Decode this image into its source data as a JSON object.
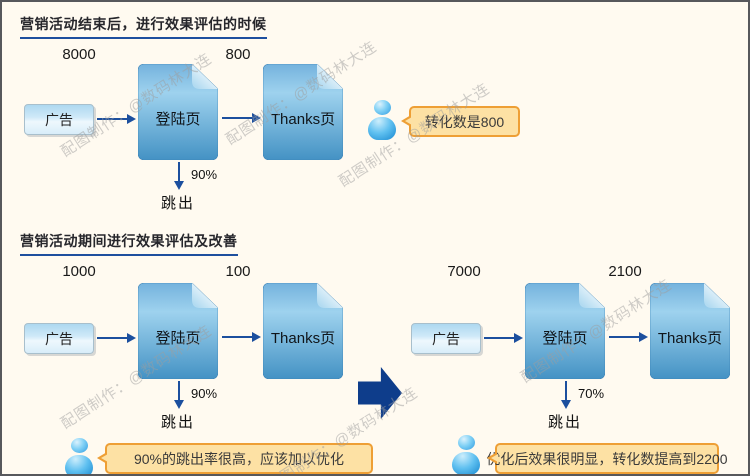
{
  "watermark": {
    "text": "配图制作：@数码林大连"
  },
  "colors": {
    "background": "#fffaf0",
    "accent_blue": "#1c4f9e",
    "page_blue_top": "#74b2dd",
    "page_blue_bottom": "#4492c4",
    "bubble_bg": "#fde1a4",
    "bubble_border": "#ee9f35",
    "big_arrow": "#0e3d8b",
    "title_underline": "#1e4f9e"
  },
  "section1": {
    "title": "营销活动结束后，进行效果评估的时候",
    "flow": {
      "visits": "8000",
      "conversions": "800",
      "ad": "广告",
      "landing": "登陆页",
      "thanks": "Thanks页",
      "bounce_rate": "90%",
      "bounce": "跳出",
      "comment": "转化数是800"
    }
  },
  "section2": {
    "title": "营销活动期间进行效果评估及改善",
    "before": {
      "visits": "1000",
      "conversions": "100",
      "ad": "广告",
      "landing": "登陆页",
      "thanks": "Thanks页",
      "bounce_rate": "90%",
      "bounce": "跳出",
      "comment": "90%的跳出率很高，应该加以优化"
    },
    "after": {
      "visits": "7000",
      "conversions": "2100",
      "ad": "广告",
      "landing": "登陆页",
      "thanks": "Thanks页",
      "bounce_rate": "70%",
      "bounce": "跳出",
      "comment": "优化后效果很明显，转化数提高到2200"
    }
  }
}
